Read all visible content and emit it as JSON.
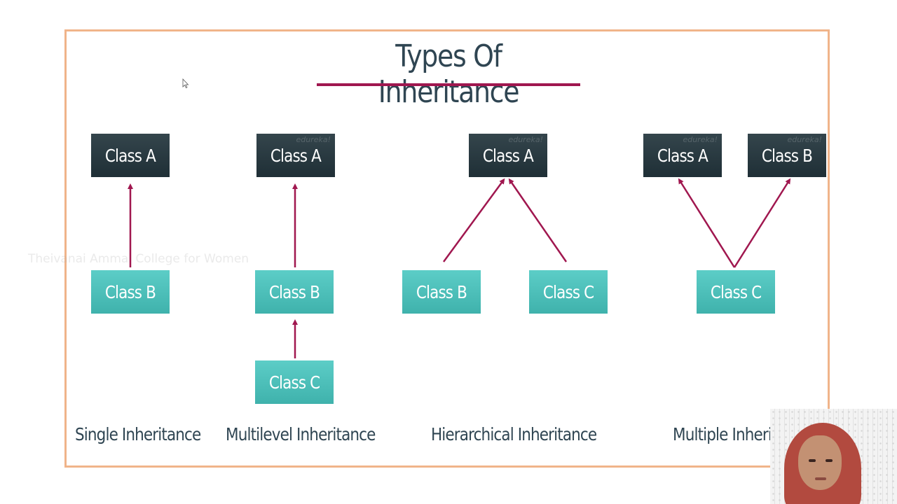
{
  "title": "Types Of Inheritance",
  "watermark": "Theivanai Ammal College for Women",
  "box_watermark": "edureka!",
  "colors": {
    "base_class": "#243840",
    "derived_class": "#4fc2bc",
    "arrow": "#a0174f",
    "border": "#f0b48a",
    "text": "#2f4552"
  },
  "diagrams": {
    "single": {
      "caption": "Single Inheritance",
      "class_a": "Class A",
      "class_b": "Class B"
    },
    "multilevel": {
      "caption": "Multilevel Inheritance",
      "class_a": "Class A",
      "class_b": "Class B",
      "class_c": "Class C"
    },
    "hierarchical": {
      "caption": "Hierarchical Inheritance",
      "class_a": "Class A",
      "class_b": "Class B",
      "class_c": "Class C"
    },
    "multiple": {
      "caption": "Multiple Inheri",
      "class_a": "Class A",
      "class_b": "Class B",
      "class_c": "Class C"
    }
  }
}
